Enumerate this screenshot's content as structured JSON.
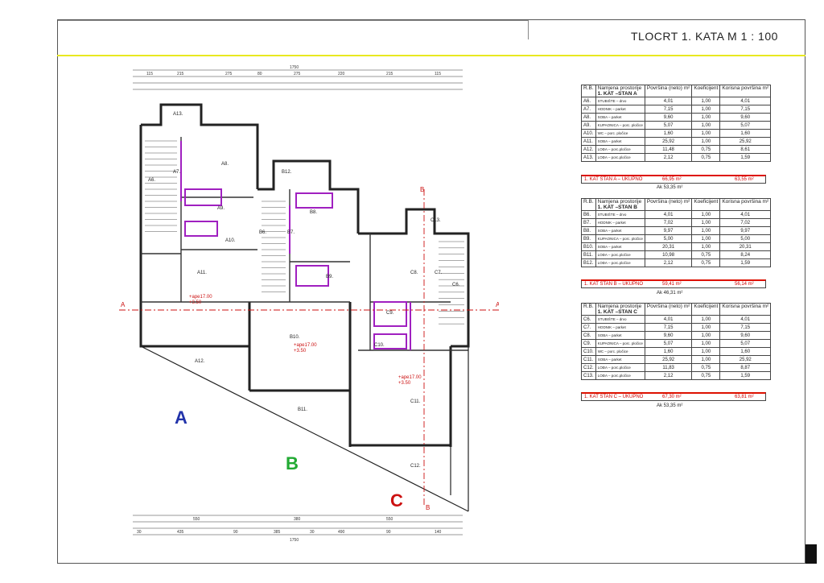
{
  "header": {
    "title": "TLOCRT  1. KATA     M 1 : 100"
  },
  "labels": {
    "a": "A",
    "b": "B",
    "c": "C",
    "section_a": "A",
    "section_b": "B"
  },
  "colors": {
    "accent_yellow": "#e8e820",
    "letter_a": "#2233aa",
    "letter_b": "#22aa33",
    "letter_c": "#cc1111",
    "wall_purple": "#a020c0",
    "section_red": "#cc1111"
  },
  "plan": {
    "total_width_top": "1750",
    "total_width_bottom": "1750",
    "top_dims": [
      "115",
      "215",
      "275",
      "80",
      "275",
      "220",
      "215",
      "115"
    ],
    "bottom_dims": [
      "550",
      "380",
      "550"
    ],
    "bottom_dims2": [
      "30",
      "435",
      "90",
      "385",
      "30",
      "490",
      "90",
      "140"
    ],
    "rooms": [
      "A6.",
      "A7.",
      "A8.",
      "A9.",
      "A10.",
      "A11.",
      "A12.",
      "A13.",
      "B6.",
      "B7.",
      "B8.",
      "B9.",
      "B10.",
      "B11.",
      "B12.",
      "C6.",
      "C7.",
      "C8.",
      "C9.",
      "C10.",
      "C11.",
      "C12.",
      "C13."
    ],
    "levels": [
      "+ape17.00",
      "+3.50",
      "+ape17.00",
      "+3.50",
      "+ape17.00",
      "+3.50"
    ]
  },
  "tables": {
    "head": {
      "rb": "R.B.",
      "namjena": "Namjena prostorije",
      "povrsina": "Površina (neto) m²",
      "koef": "Koeficijent",
      "korisna": "Korisna površina m²"
    },
    "a": {
      "subtitle": "1. KAT –STAN A",
      "rows": [
        [
          "A6.",
          "STUBIŠTE – drvo",
          "4,01",
          "1,00",
          "4,01"
        ],
        [
          "A7.",
          "HODNIK – parket",
          "7,15",
          "1,00",
          "7,15"
        ],
        [
          "A8.",
          "SOBA – parket",
          "9,60",
          "1,00",
          "9,60"
        ],
        [
          "A9.",
          "KUPAONICA – porc. pločice",
          "5,07",
          "1,00",
          "5,07"
        ],
        [
          "A10.",
          "WC – porc. pločice",
          "1,60",
          "1,00",
          "1,60"
        ],
        [
          "A11.",
          "SOBA – parket",
          "25,92",
          "1,00",
          "25,92"
        ],
        [
          "A12.",
          "LOĐA – porc.pločice",
          "11,48",
          "0,75",
          "8,61"
        ],
        [
          "A13.",
          "LOĐA – porc.pločice",
          "2,12",
          "0,75",
          "1,59"
        ]
      ],
      "total_label": "1. KAT STAN A – UKUPNO",
      "total_neto": "66,95 m²",
      "total_korisna": "63,55 m²",
      "ak": "Ak 53,35 m²"
    },
    "b": {
      "subtitle": "1. KAT –STAN B",
      "rows": [
        [
          "B6.",
          "STUBIŠTE – drvo",
          "4,01",
          "1,00",
          "4,01"
        ],
        [
          "B7.",
          "HODNIK – parket",
          "7,02",
          "1,00",
          "7,02"
        ],
        [
          "B8.",
          "SOBA – parket",
          "9,97",
          "1,00",
          "9,97"
        ],
        [
          "B9.",
          "KUPAONICA – porc. pločice",
          "5,00",
          "1,00",
          "5,00"
        ],
        [
          "B10.",
          "SOBA – parket",
          "20,31",
          "1,00",
          "20,31"
        ],
        [
          "B11.",
          "LOĐA – porc.pločice",
          "10,98",
          "0,75",
          "8,24"
        ],
        [
          "B12.",
          "LOĐA – porc.pločice",
          "2,12",
          "0,75",
          "1,59"
        ]
      ],
      "total_label": "1. KAT STAN B – UKUPNO",
      "total_neto": "59,41 m²",
      "total_korisna": "56,14 m²",
      "ak": "Ak 46,31 m²"
    },
    "c": {
      "subtitle": "1. KAT –STAN C",
      "rows": [
        [
          "C6.",
          "STUBIŠTE – drvo",
          "4,01",
          "1,00",
          "4,01"
        ],
        [
          "C7.",
          "HODNIK – parket",
          "7,15",
          "1,00",
          "7,15"
        ],
        [
          "C8.",
          "SOBA – parket",
          "9,60",
          "1,00",
          "9,60"
        ],
        [
          "C9.",
          "KUPAONICA – porc. pločice",
          "5,07",
          "1,00",
          "5,07"
        ],
        [
          "C10.",
          "WC – porc. pločice",
          "1,60",
          "1,00",
          "1,60"
        ],
        [
          "C11.",
          "SOBA – parket",
          "25,92",
          "1,00",
          "25,92"
        ],
        [
          "C12.",
          "LOĐA – porc.pločice",
          "11,83",
          "0,75",
          "8,87"
        ],
        [
          "C13.",
          "LOĐA – porc.pločice",
          "2,12",
          "0,75",
          "1,59"
        ]
      ],
      "total_label": "1. KAT STAN C – UKUPNO",
      "total_neto": "67,30 m²",
      "total_korisna": "63,81 m²",
      "ak": "Ak 53,35 m²"
    }
  }
}
